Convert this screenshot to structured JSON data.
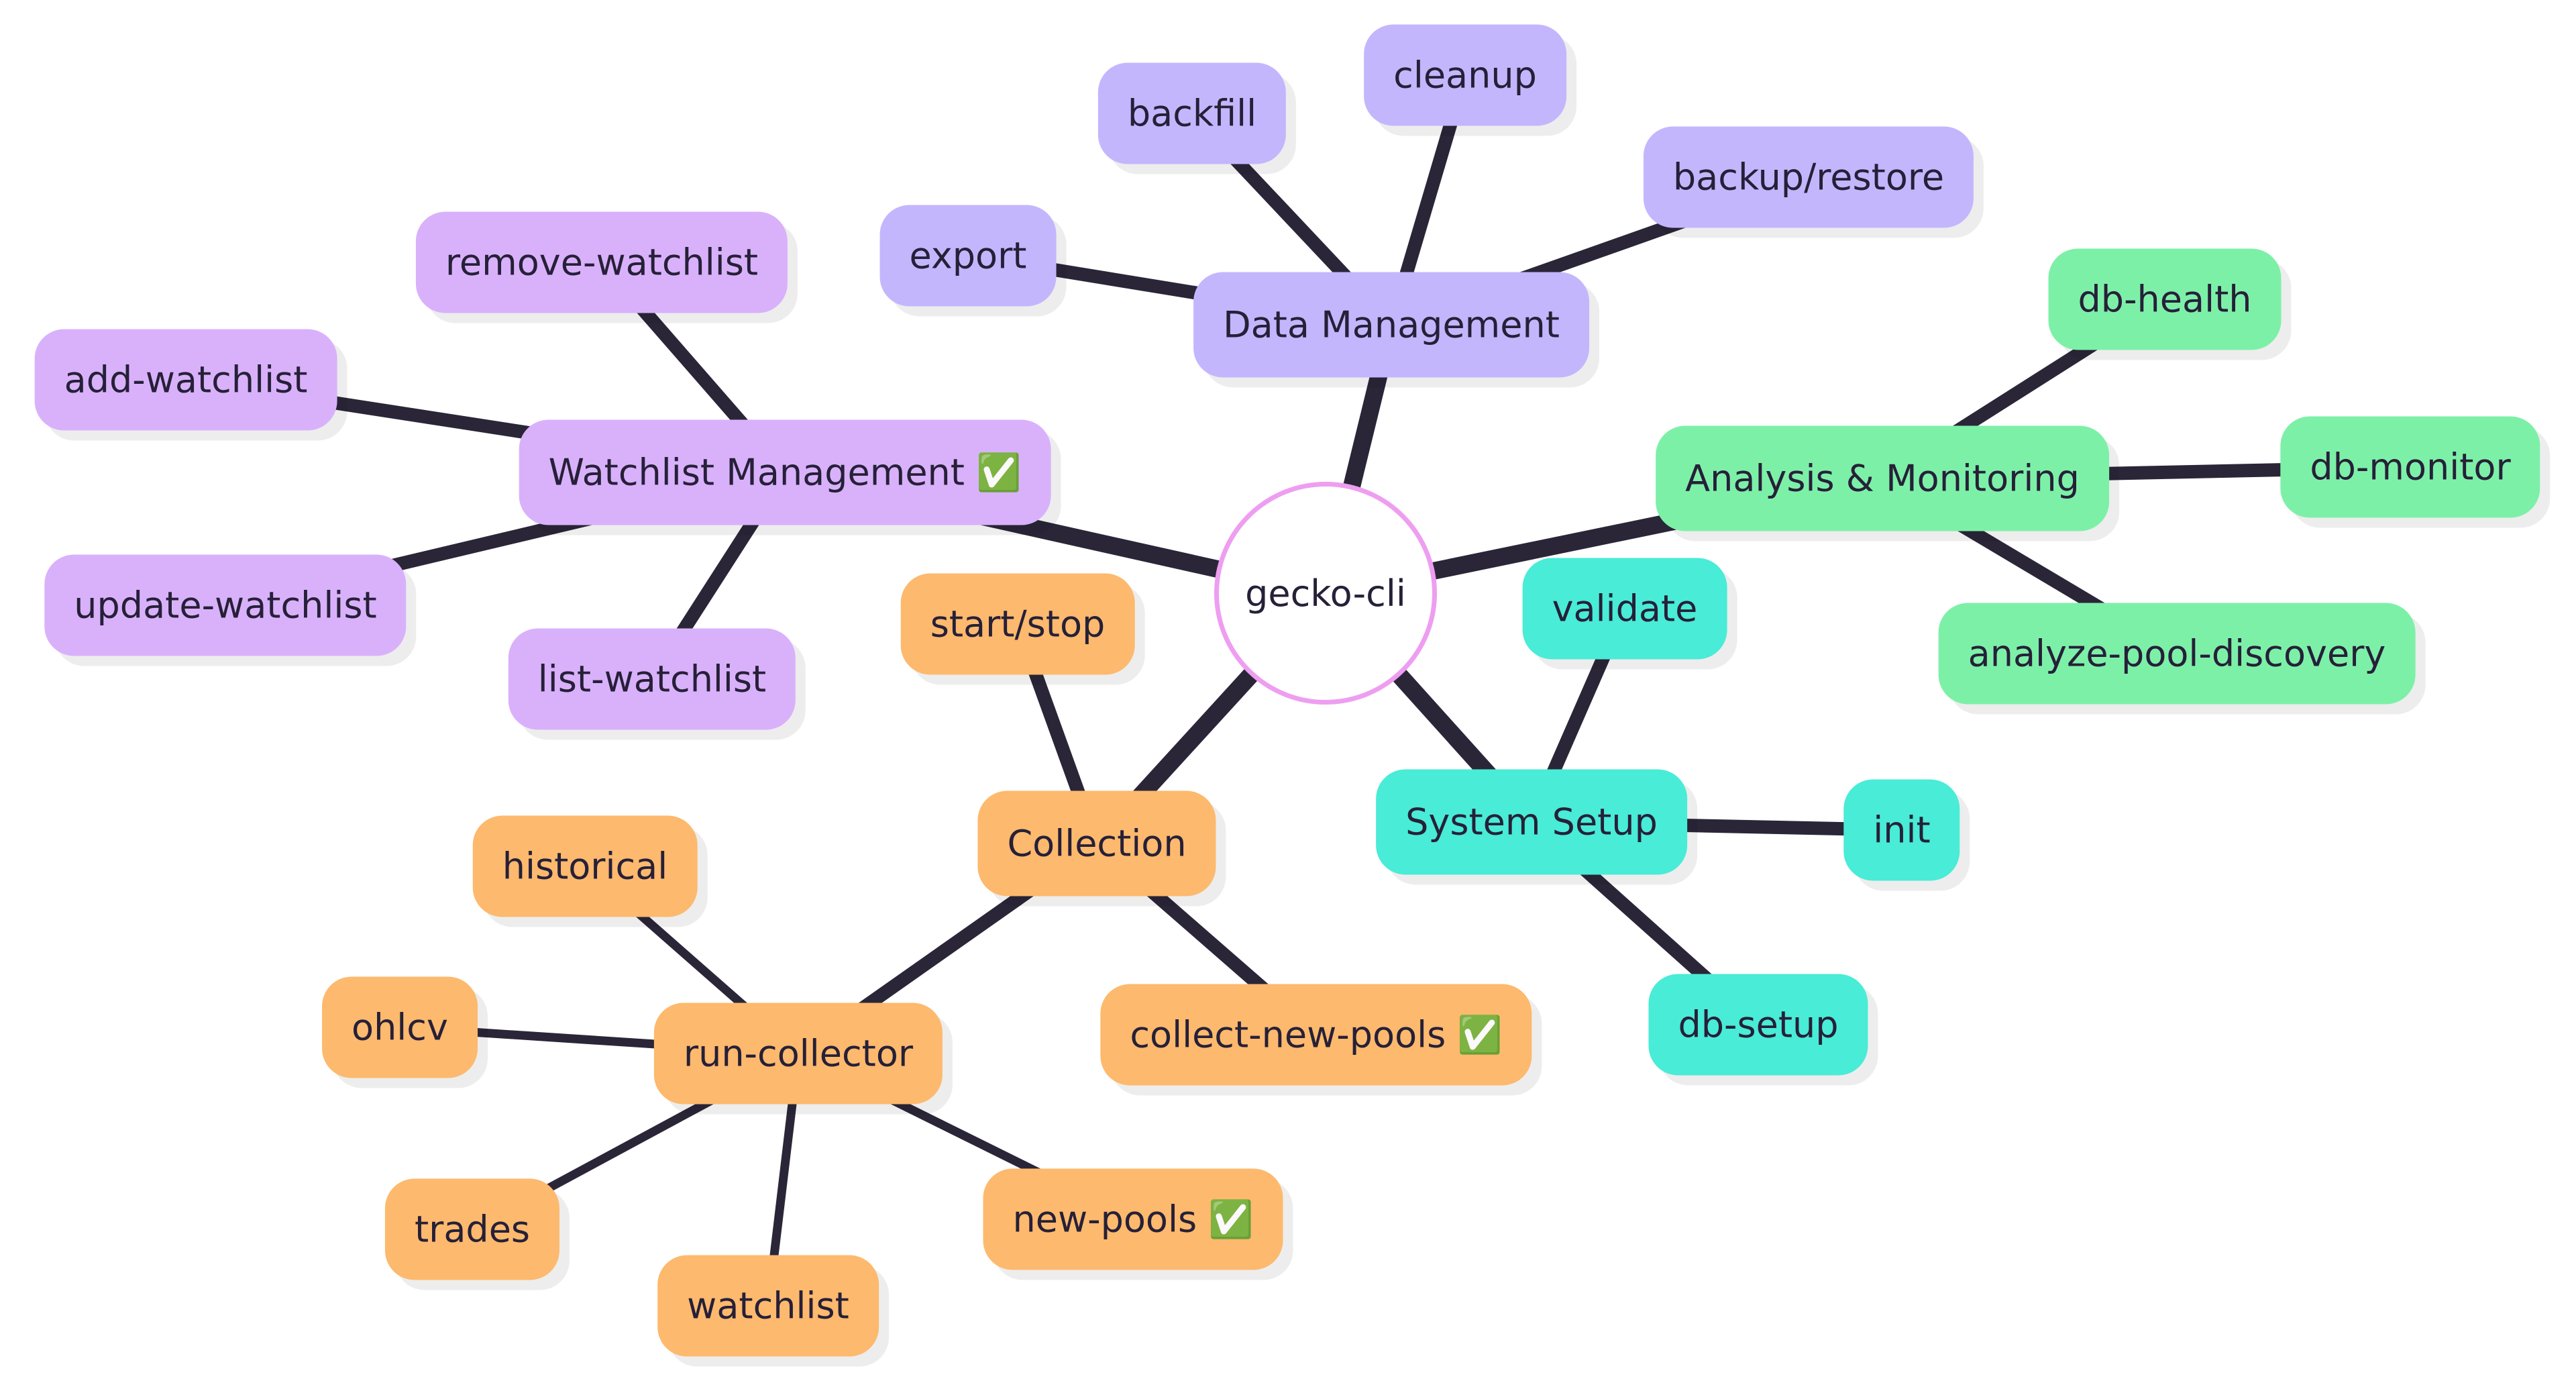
{
  "colors": {
    "edge": "#2a2638",
    "text": "#262038",
    "root_border": "#ee9ef0",
    "watchlist": "#d9b1fb",
    "data_management": "#c4b6fd",
    "analysis": "#7df0a8",
    "setup": "#49ecd6",
    "collection": "#fdb96d"
  },
  "root": {
    "label": "gecko-cli"
  },
  "branches": {
    "watchlist_management": {
      "label": "Watchlist Management ✅",
      "children": {
        "remove_watchlist": "remove-watchlist",
        "add_watchlist": "add-watchlist",
        "update_watchlist": "update-watchlist",
        "list_watchlist": "list-watchlist"
      }
    },
    "data_management": {
      "label": "Data Management",
      "children": {
        "backfill": "backfill",
        "cleanup": "cleanup",
        "backup_restore": "backup/restore",
        "export": "export"
      }
    },
    "analysis_monitoring": {
      "label": "Analysis & Monitoring",
      "children": {
        "db_health": "db-health",
        "db_monitor": "db-monitor",
        "analyze_pool_discovery": "analyze-pool-discovery"
      }
    },
    "system_setup": {
      "label": "System Setup",
      "children": {
        "validate": "validate",
        "init": "init",
        "db_setup": "db-setup"
      }
    },
    "collection": {
      "label": "Collection",
      "children": {
        "start_stop": "start/stop",
        "collect_new_pools": "collect-new-pools ✅",
        "run_collector": {
          "label": "run-collector",
          "children": {
            "historical": "historical",
            "ohlcv": "ohlcv",
            "trades": "trades",
            "watchlist": "watchlist",
            "new_pools": "new-pools ✅"
          }
        }
      }
    }
  }
}
